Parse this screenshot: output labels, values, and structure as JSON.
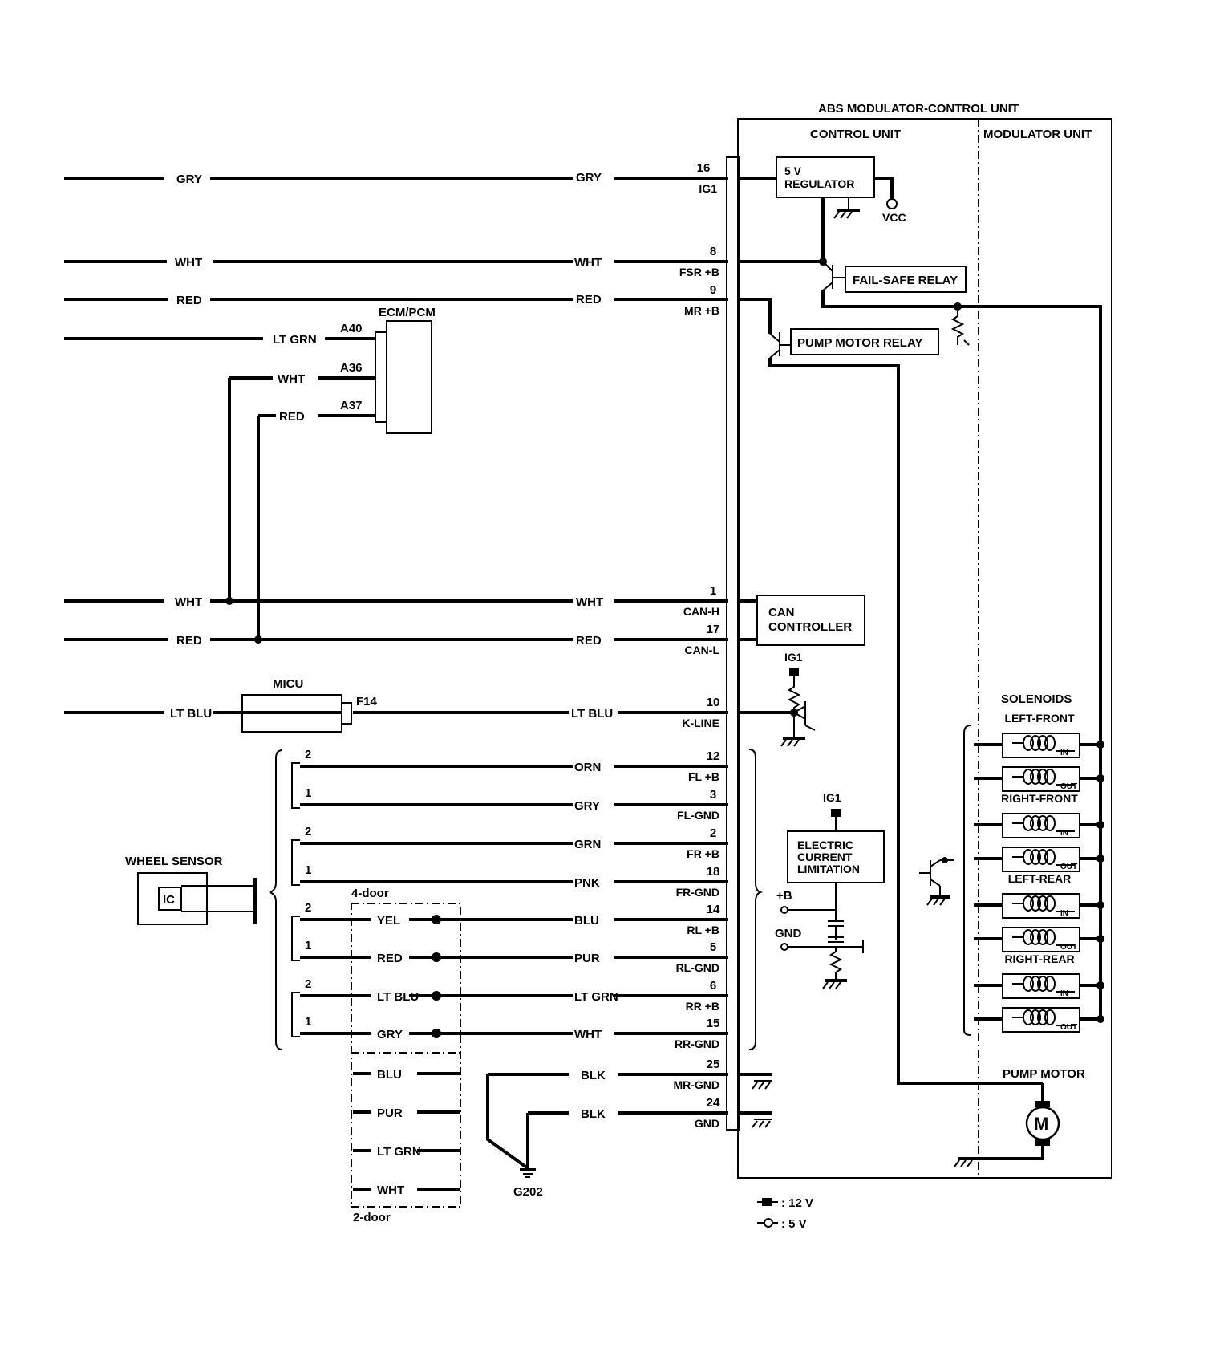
{
  "unit": {
    "title": "ABS MODULATOR-CONTROL UNIT",
    "control_unit": "CONTROL UNIT",
    "modulator_unit": "MODULATOR UNIT",
    "regulator": [
      "5 V",
      "REGULATOR"
    ],
    "vcc": "VCC",
    "fail_safe_relay": "FAIL-SAFE RELAY",
    "pump_motor_relay": "PUMP MOTOR RELAY",
    "can_controller": [
      "CAN",
      "CONTROLLER"
    ],
    "ig1": "IG1",
    "ecl": [
      "ELECTRIC",
      "CURRENT",
      "LIMITATION"
    ],
    "plus_b": "+B",
    "gnd": "GND",
    "solenoids": "SOLENOIDS",
    "pump_motor": "PUMP MOTOR",
    "motor_symbol": "M",
    "in_label": "IN",
    "out_label": "OUT"
  },
  "solenoid_groups": [
    "LEFT-FRONT",
    "RIGHT-FRONT",
    "LEFT-REAR",
    "RIGHT-REAR"
  ],
  "pins": [
    {
      "num": "16",
      "name": "IG1",
      "left": "GRY",
      "right": "GRY"
    },
    {
      "num": "8",
      "name": "FSR +B",
      "left": "WHT",
      "right": "WHT"
    },
    {
      "num": "9",
      "name": "MR +B",
      "left": "RED",
      "right": "RED"
    },
    {
      "num": "1",
      "name": "CAN-H",
      "left": "WHT",
      "right": "WHT"
    },
    {
      "num": "17",
      "name": "CAN-L",
      "left": "RED",
      "right": "RED"
    },
    {
      "num": "10",
      "name": "K-LINE",
      "left": "LT BLU",
      "right": "LT BLU"
    },
    {
      "num": "12",
      "name": "FL +B",
      "right": "ORN"
    },
    {
      "num": "3",
      "name": "FL-GND",
      "right": "GRY"
    },
    {
      "num": "2",
      "name": "FR +B",
      "right": "GRN"
    },
    {
      "num": "18",
      "name": "FR-GND",
      "right": "PNK"
    },
    {
      "num": "14",
      "name": "RL +B",
      "right": "BLU",
      "door4": "YEL"
    },
    {
      "num": "5",
      "name": "RL-GND",
      "right": "PUR",
      "door4": "RED"
    },
    {
      "num": "6",
      "name": "RR +B",
      "right": "LT GRN",
      "door4": "LT BLU"
    },
    {
      "num": "15",
      "name": "RR-GND",
      "right": "WHT",
      "door4": "GRY"
    },
    {
      "num": "25",
      "name": "MR-GND",
      "right": "BLK"
    },
    {
      "num": "24",
      "name": "GND",
      "right": "BLK"
    }
  ],
  "ecm": {
    "title": "ECM/PCM",
    "pins": [
      "A40",
      "A36",
      "A37"
    ],
    "wires": [
      "LT GRN",
      "WHT",
      "RED"
    ]
  },
  "micu": {
    "title": "MICU",
    "pin": "F14"
  },
  "wheel_sensor": {
    "title": "WHEEL SENSOR",
    "ic": "IC",
    "pin_labels": [
      "2",
      "1",
      "2",
      "1",
      "2",
      "1",
      "2",
      "1"
    ]
  },
  "door_labels": {
    "four": "4-door",
    "two": "2-door"
  },
  "door2_wires": [
    "BLU",
    "PUR",
    "LT GRN",
    "WHT"
  ],
  "ground": "G202",
  "legend": {
    "v12": ": 12 V",
    "v5": ": 5 V"
  }
}
